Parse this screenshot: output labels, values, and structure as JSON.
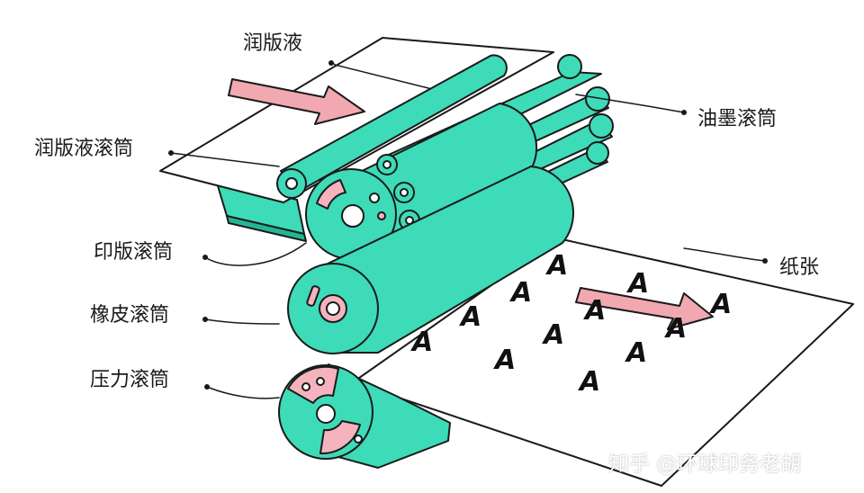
{
  "labels": {
    "dampening_solution": "润版液",
    "dampening_roller": "润版液滚筒",
    "ink_roller": "油墨滚筒",
    "plate_cylinder": "印版滚筒",
    "blanket_cylinder": "橡皮滚筒",
    "impression_cylinder": "压力滚筒",
    "paper": "纸张"
  },
  "print_glyph": "A",
  "watermark": "知乎 @环球印务老胡",
  "colors": {
    "roller_teal": "#3ddbb8",
    "roller_dark": "#22b695",
    "arrow_pink": "#f2a8b1",
    "pink_detail": "#f4b3bd",
    "outline": "#1a1a1a"
  },
  "icons": {
    "feed_arrow": "arrow-right-icon",
    "paper_arrow": "arrow-right-icon"
  }
}
